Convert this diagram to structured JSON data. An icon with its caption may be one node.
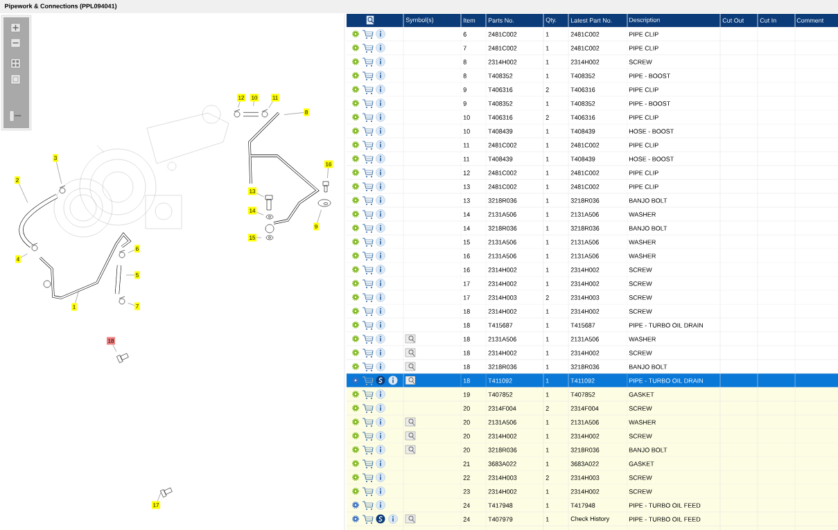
{
  "diagram": {
    "title": "Pipework & Connections (PPL094041)",
    "nodes": [
      {
        "text": [
          "1"
        ]
      },
      {
        "text": [
          "2"
        ]
      },
      {
        "text": [
          "3"
        ]
      },
      {
        "text": [
          "4"
        ]
      },
      {
        "text": [
          "5"
        ]
      },
      {
        "text": [
          "6"
        ]
      },
      {
        "text": [
          "7"
        ]
      },
      {
        "text": [
          "8"
        ]
      },
      {
        "text": [
          "9"
        ]
      },
      {
        "text": [
          "10"
        ]
      },
      {
        "text": [
          "11"
        ]
      },
      {
        "text": [
          "12"
        ]
      },
      {
        "text": [
          "13"
        ]
      },
      {
        "text": [
          "14"
        ]
      },
      {
        "text": [
          "15"
        ]
      },
      {
        "text": [
          "16"
        ]
      },
      {
        "text": [
          "17"
        ]
      },
      {
        "text": [
          "18"
        ]
      }
    ],
    "edges": [
      {
        "from": 0,
        "to": null,
        "arrow": "none"
      },
      {
        "from": 1,
        "to": null,
        "arrow": "none"
      },
      {
        "from": 2,
        "to": null,
        "arrow": "none"
      },
      {
        "from": 3,
        "to": null,
        "arrow": "none"
      },
      {
        "from": 4,
        "to": null,
        "arrow": "none"
      },
      {
        "from": 5,
        "to": null,
        "arrow": "none"
      },
      {
        "from": 6,
        "to": null,
        "arrow": "none"
      },
      {
        "from": 7,
        "to": null,
        "arrow": "none"
      },
      {
        "from": 8,
        "to": null,
        "arrow": "none"
      },
      {
        "from": 9,
        "to": null,
        "arrow": "none"
      },
      {
        "from": 10,
        "to": null,
        "arrow": "none"
      },
      {
        "from": 11,
        "to": null,
        "arrow": "none"
      },
      {
        "from": 12,
        "to": null,
        "arrow": "none"
      },
      {
        "from": 13,
        "to": null,
        "arrow": "none"
      },
      {
        "from": 14,
        "to": null,
        "arrow": "none"
      },
      {
        "from": 15,
        "to": null,
        "arrow": "none"
      },
      {
        "from": 16,
        "to": null,
        "arrow": "none"
      },
      {
        "from": 17,
        "to": null,
        "arrow": "none"
      }
    ],
    "labels": [
      "Symbol(s)",
      "Item",
      "Parts No.",
      "Qty.",
      "Latest Part No.",
      "Description",
      "Cut Out",
      "Cut In",
      "Comment",
      "6",
      "2481C002",
      "1",
      "2481C002",
      "PIPE CLIP",
      "7",
      "2481C002",
      "1",
      "2481C002",
      "PIPE CLIP",
      "8",
      "2314H002",
      "1",
      "2314H002",
      "SCREW",
      "8",
      "T408352",
      "1",
      "T408352",
      "PIPE - BOOST",
      "9",
      "T406316",
      "2",
      "T406316",
      "PIPE CLIP",
      "9",
      "T408352",
      "1",
      "T408352",
      "PIPE - BOOST",
      "10",
      "T406316",
      "2",
      "T406316",
      "PIPE CLIP",
      "10",
      "T408439",
      "1",
      "T408439",
      "HOSE - BOOST",
      "11",
      "2481C002",
      "1",
      "2481C002",
      "PIPE CLIP",
      "11",
      "T408439",
      "1",
      "T408439",
      "HOSE - BOOST",
      "12",
      "2481C002",
      "1",
      "2481C002",
      "PIPE CLIP",
      "13",
      "2481C002",
      "1",
      "2481C002",
      "PIPE CLIP",
      "13",
      "3218R036",
      "1",
      "3218R036",
      "BANJO BOLT",
      "14",
      "2131A506",
      "1",
      "2131A506",
      "WASHER",
      "14",
      "3218R036",
      "1",
      "3218R036",
      "BANJO BOLT",
      "15",
      "2131A506",
      "1",
      "2131A506",
      "WASHER",
      "16",
      "2131A506",
      "1",
      "2131A506",
      "WASHER",
      "16",
      "2314H002",
      "1",
      "2314H002",
      "SCREW",
      "17",
      "2314H002",
      "1",
      "2314H002",
      "SCREW",
      "17",
      "2314H003",
      "2",
      "2314H003",
      "SCREW",
      "18",
      "2314H002",
      "1",
      "2314H002",
      "SCREW",
      "18",
      "T415687",
      "1",
      "T415687",
      "PIPE - TURBO OIL DRAIN",
      "18",
      "2131A506",
      "1",
      "2131A506",
      "WASHER",
      "18",
      "2314H002",
      "1",
      "2314H002",
      "SCREW",
      "18",
      "3218R036",
      "1",
      "3218R036",
      "BANJO BOLT",
      "18",
      "T411092",
      "1",
      "T411092",
      "PIPE - TURBO OIL DRAIN",
      "19",
      "T407852",
      "1",
      "T407852",
      "GASKET",
      "20",
      "2314F004",
      "2",
      "2314F004",
      "SCREW",
      "20",
      "2131A506",
      "1",
      "2131A506",
      "WASHER",
      "20",
      "2314H002",
      "1",
      "2314H002",
      "SCREW",
      "20",
      "3218R036",
      "1",
      "3218R036",
      "BANJO BOLT",
      "21",
      "3683A022",
      "1",
      "3683A022",
      "GASKET",
      "22",
      "2314H003",
      "2",
      "2314H003",
      "SCREW",
      "23",
      "2314H002",
      "1",
      "2314H002",
      "SCREW",
      "24",
      "T417948",
      "1",
      "T417948",
      "PIPE - TURBO OIL FEED",
      "24",
      "T407979",
      "1",
      "Check History",
      "PIPE - TURBO OIL FEED"
    ]
  }
}
